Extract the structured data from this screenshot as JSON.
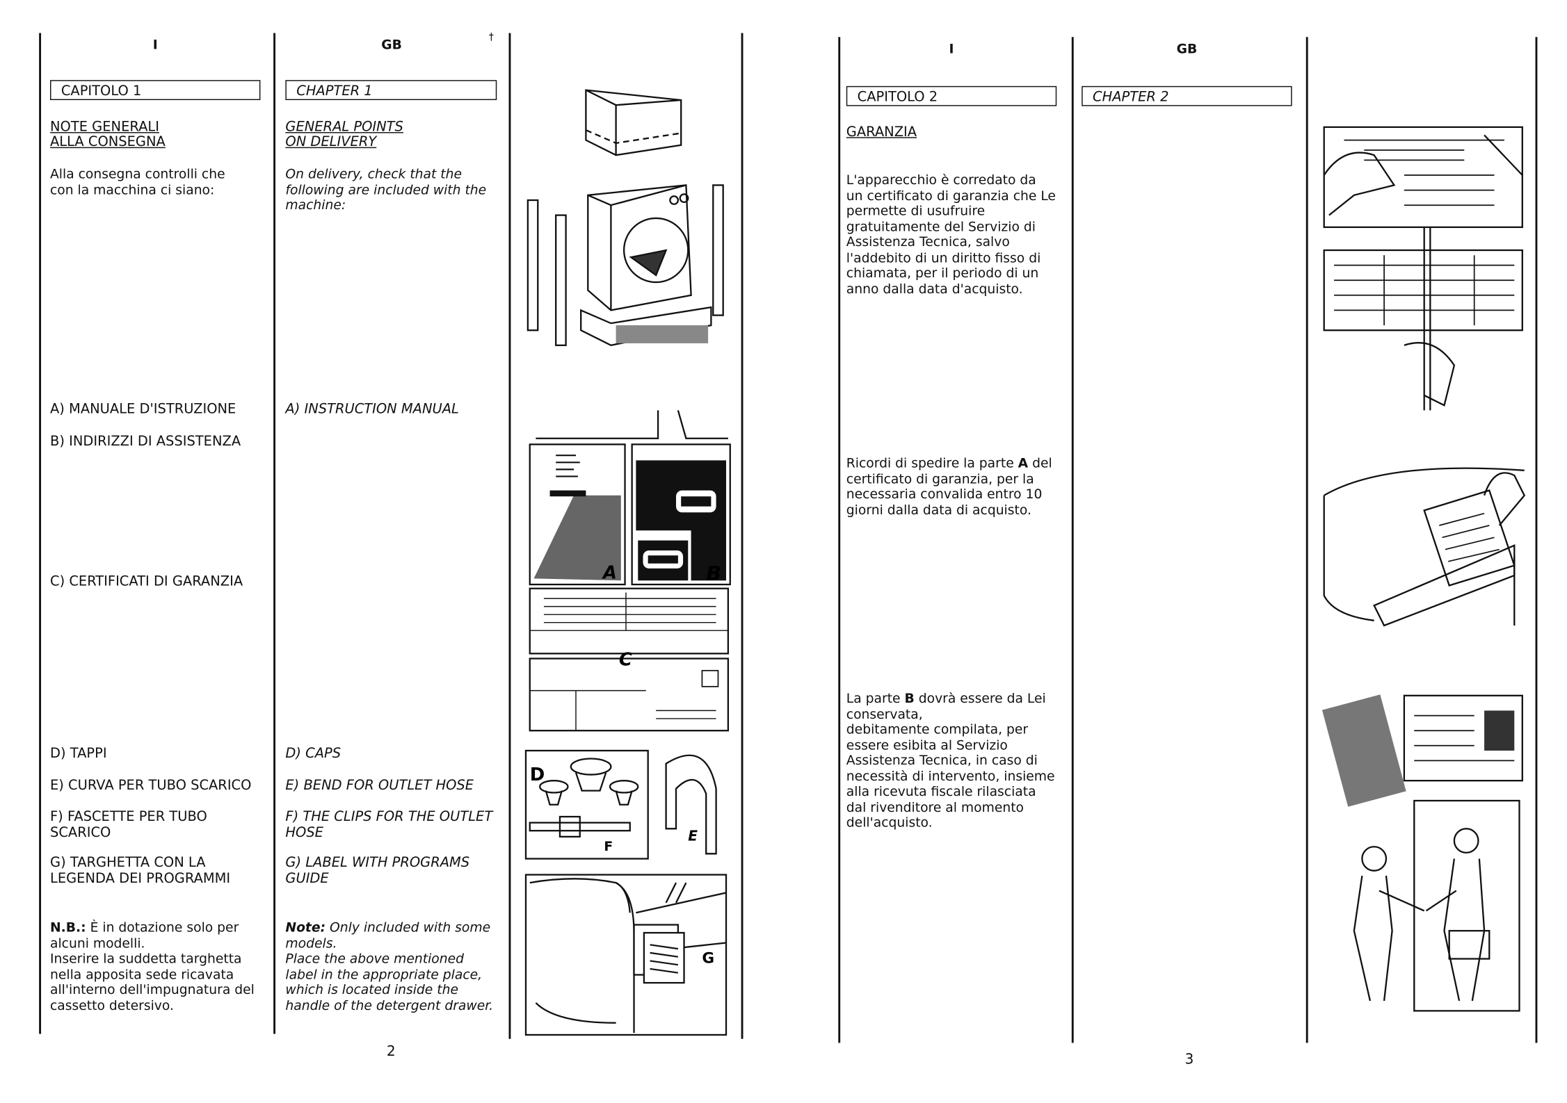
{
  "left_page": {
    "col_i_label": "I",
    "col_gb_label": "GB",
    "stray_mark": "†",
    "it": {
      "chapter": "CAPITOLO 1",
      "heading_line1": "NOTE GENERALI",
      "heading_line2": "ALLA CONSEGNA",
      "intro": "Alla consegna controlli che\ncon la macchina ci siano:",
      "item_a": "A) MANUALE D'ISTRUZIONE",
      "item_b": "B) INDIRIZZI DI ASSISTENZA",
      "item_c": "C) CERTIFICATI DI GARANZIA",
      "item_d": "D) TAPPI",
      "item_e": "E) CURVA PER TUBO SCARICO",
      "item_f": "F) FASCETTE PER TUBO\nSCARICO",
      "item_g": "G) TARGHETTA CON LA\nLEGENDA DEI PROGRAMMI",
      "note_label": "N.B.:",
      "note_text": " È in dotazione solo per\nalcuni modelli.\nInserire la suddetta targhetta\nnella apposita sede ricavata\nall'interno dell'impugnatura del\ncassetto detersivo."
    },
    "gb": {
      "chapter": "CHAPTER 1",
      "heading_line1": "GENERAL POINTS",
      "heading_line2": "ON DELIVERY",
      "intro": "On delivery, check that the\nfollowing are included with the\nmachine:",
      "item_a": "A) INSTRUCTION MANUAL",
      "item_d": "D) CAPS",
      "item_e": "E) BEND FOR OUTLET HOSE",
      "item_f": "F) THE CLIPS FOR THE OUTLET\nHOSE",
      "item_g": "G) LABEL WITH PROGRAMS\nGUIDE",
      "note_label": "Note:",
      "note_text": " Only included with some\nmodels.\nPlace the above mentioned\nlabel in the appropriate place,\nwhich is located inside the\nhandle of the detergent drawer."
    },
    "figure_labels": {
      "a": "A",
      "b": "B",
      "c": "C",
      "d": "D",
      "e": "E",
      "f": "F",
      "g": "G"
    },
    "page_number": "2"
  },
  "right_page": {
    "col_i_label": "I",
    "col_gb_label": "GB",
    "it": {
      "chapter": "CAPITOLO 2",
      "heading": "GARANZIA",
      "para1": "L'apparecchio è corredato da\nun certificato di garanzia che Le\npermette di usufruire\ngratuitamente del Servizio di\nAssistenza Tecnica, salvo\nl'addebito di un diritto fisso di\nchiamata, per il periodo di un\nanno dalla data d'acquisto.",
      "para2_before": "Ricordi di spedire la parte ",
      "para2_bold": "A",
      "para2_after": " del\ncertificato di garanzia, per la\nnecessaria convalida entro 10\ngiorni dalla data di acquisto.",
      "para3_before": "La parte ",
      "para3_bold": "B",
      "para3_after": " dovrà essere da Lei\nconservata,\ndebitamente compilata, per\nessere esibita al Servizio\nAssistenza Tecnica, in caso di\nnecessità di intervento, insieme\nalla ricevuta fiscale rilasciata\ndal rivenditore al momento\ndell'acquisto."
    },
    "gb": {
      "chapter": "CHAPTER 2"
    },
    "page_number": "3"
  }
}
